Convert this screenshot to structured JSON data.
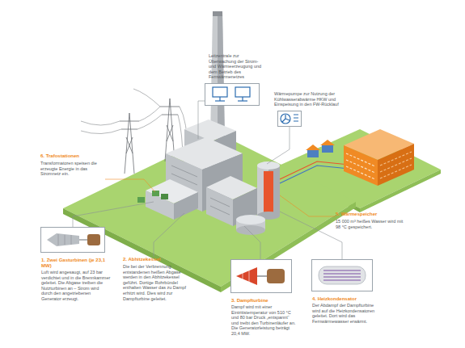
{
  "diagram": {
    "nodes": [
      {
        "text": [
          "Leitzentrale zur Überwachung der Strom- und Wärmeerzeugung und dem Betrieb des Fernwärmenetzes"
        ]
      },
      {
        "text": [
          "Wärmepumpe zur Nutzung der Kühlwasserabwärme HKW und Einspeisung in den FW-Rücklauf"
        ]
      },
      {
        "text": [
          "1. Zwei Gasturbinen (je 23,1 MW)",
          "Luft wird angesaugt, auf 23 bar verdichtet und in die Brennkammer geleitet. Die Abgase treiben die Nutzturbinen an – Strom wird durch den angetriebenen Generator erzeugt."
        ]
      },
      {
        "text": [
          "3. Dampfturbine",
          "Dampf wird mit einer Eintrittstemperatur von 510 °C und 80 bar Druck „entspannt“ und treibt den Turbinenläufer an. Die Generatorleistung beträgt 20,4 MW."
        ]
      },
      {
        "text": [
          "4. Heizkondensator",
          "Der Abdampf der Dampfturbine wird auf die Heizkondensatoren geleitet. Dort wird das Fernwärmewasser erwärmt."
        ]
      }
    ],
    "labels": [
      "6. Trafostationen",
      "Transformatoren speisen die erzeugte Energie in das Stromnetz ein.",
      "5. Wärmespeicher",
      "15 000 m³ heißes Wasser wird mit 98 °C gespeichert.",
      "2. Abhitzekessel",
      "Die bei der Verbrennung entstandenen heißen Abgase werden in den Abhitzekessel geführt. Dortige Rohrbündel enthalten Wasser das zu Dampf erhitzt wird. Dies wird zur Dampfturbine geleitet."
    ]
  }
}
